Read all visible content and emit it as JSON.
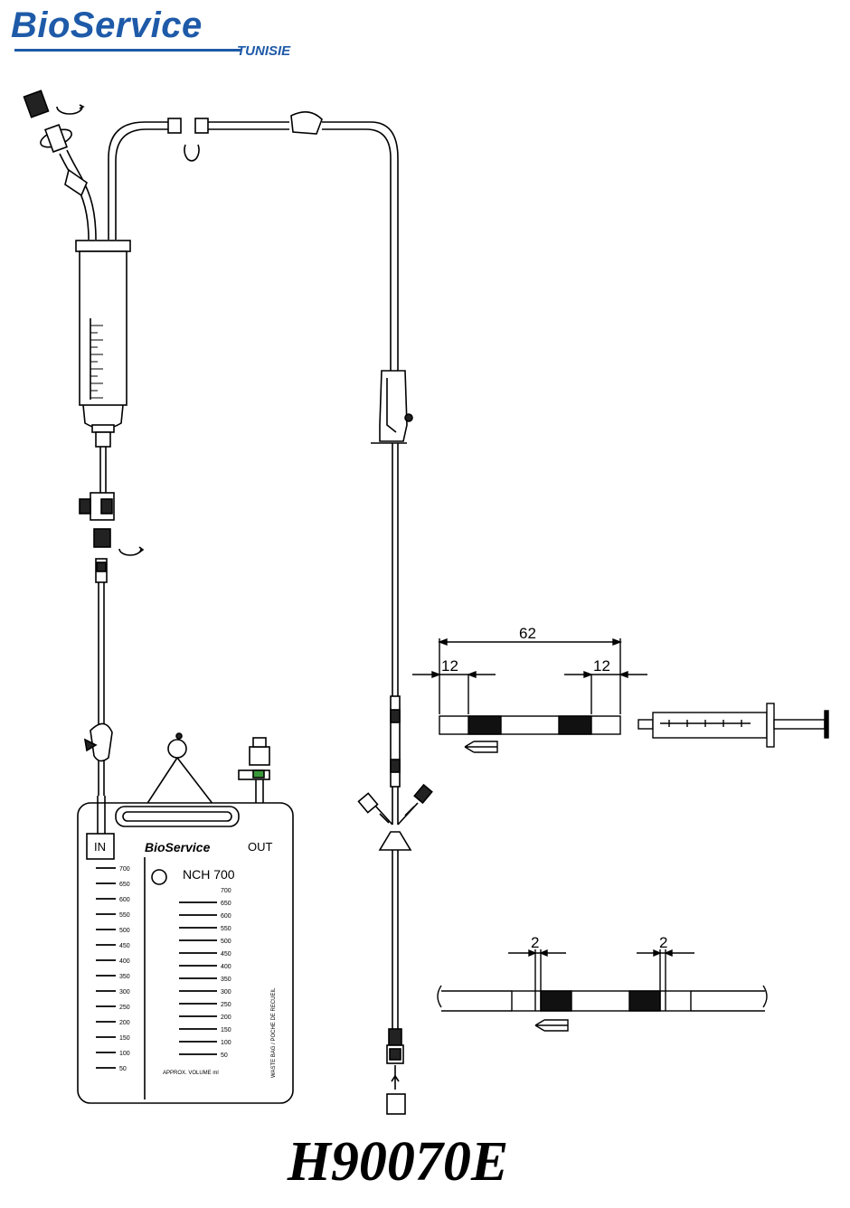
{
  "brand": {
    "name": "BioService",
    "subtitle": "TUNISIE",
    "color": "#1e5aa8"
  },
  "bag": {
    "in_label": "IN",
    "out_label": "OUT",
    "brand_label": "BioService",
    "model_label": "NCH 700",
    "left_scale_labels": [
      "50",
      "100",
      "150",
      "200",
      "250",
      "300",
      "350",
      "400",
      "450",
      "500",
      "550",
      "600",
      "650",
      "700"
    ],
    "right_scale_labels": [
      "50",
      "100",
      "150",
      "200",
      "250",
      "300",
      "350",
      "400",
      "450",
      "500",
      "550",
      "600",
      "650",
      "700"
    ],
    "approx_label": "APPROX. VOLUME ml",
    "side_text": "WASTE BAG / POCHE DE RECUEIL"
  },
  "dimensions": {
    "total": "62",
    "left_marker": "12",
    "right_marker": "12",
    "gap_left": "2",
    "gap_right": "2"
  },
  "product_code": "H90070E"
}
